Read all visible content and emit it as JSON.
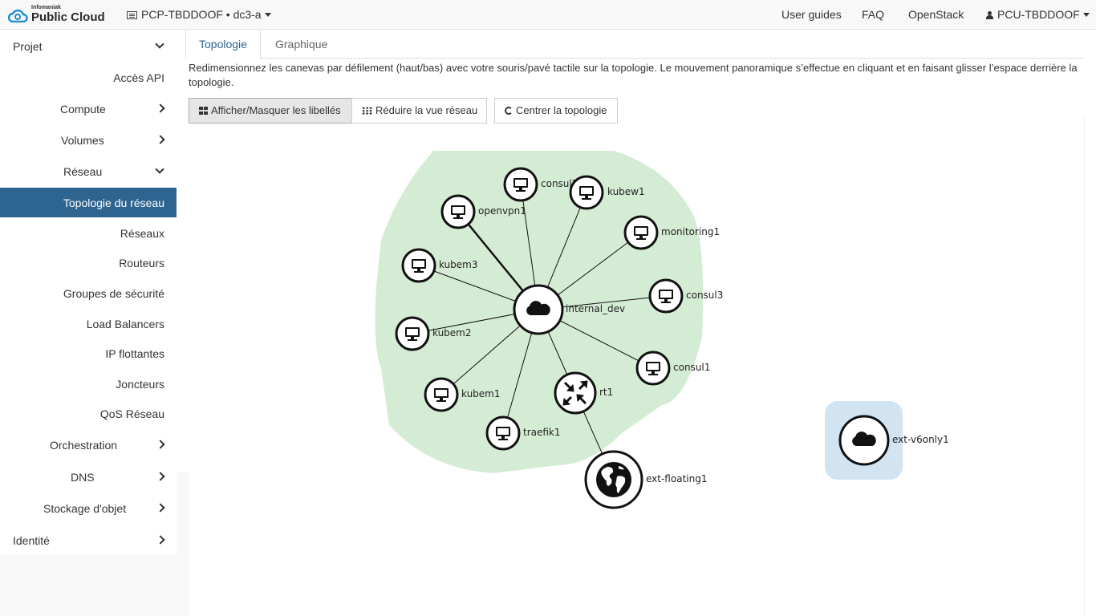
{
  "brand": {
    "small": "Infomaniak",
    "name": "Public Cloud"
  },
  "header": {
    "project": "PCP-TBDDOOF • dc3-a",
    "links": [
      "User guides",
      "FAQ",
      "OpenStack"
    ],
    "user": "PCU-TBDDOOF"
  },
  "sidebar": {
    "items": [
      {
        "label": "Projet"
      },
      {
        "label": "Accès API"
      },
      {
        "label": "Compute"
      },
      {
        "label": "Volumes"
      },
      {
        "label": "Réseau"
      },
      {
        "label": "Topologie du réseau"
      },
      {
        "label": "Réseaux"
      },
      {
        "label": "Routeurs"
      },
      {
        "label": "Groupes de sécurité"
      },
      {
        "label": "Load Balancers"
      },
      {
        "label": "IP flottantes"
      },
      {
        "label": "Joncteurs"
      },
      {
        "label": "QoS Réseau"
      },
      {
        "label": "Orchestration"
      },
      {
        "label": "DNS"
      },
      {
        "label": "Stockage d'objet"
      },
      {
        "label": "Identité"
      }
    ]
  },
  "tabs": {
    "topology": "Topologie",
    "graph": "Graphique"
  },
  "help": "Redimensionnez les canevas par défilement (haut/bas) avec votre souris/pavé tactile sur la topologie. Le mouvement panoramique s’effectue en cliquant et en faisant glisser l’espace derrière la topologie.",
  "buttons": {
    "toggle_labels": "Afficher/Masquer les libellés",
    "collapse_view": "Réduire la vue réseau",
    "center": "Centrer la topologie"
  },
  "topology": {
    "network_color": "#d5ecd4",
    "ext_network_color": "#d2e3f1",
    "nodes": {
      "internal_dev": "internal_dev",
      "consul2": "consul2",
      "kubew1": "kubew1",
      "openvpn1": "openvpn1",
      "monitoring1": "monitoring1",
      "kubem3": "kubem3",
      "consul3": "consul3",
      "kubem2": "kubem2",
      "consul1": "consul1",
      "kubem1": "kubem1",
      "rt1": "rt1",
      "traefik1": "traefik1",
      "ext_floating1": "ext-floating1",
      "ext_v6only1": "ext-v6only1"
    }
  }
}
